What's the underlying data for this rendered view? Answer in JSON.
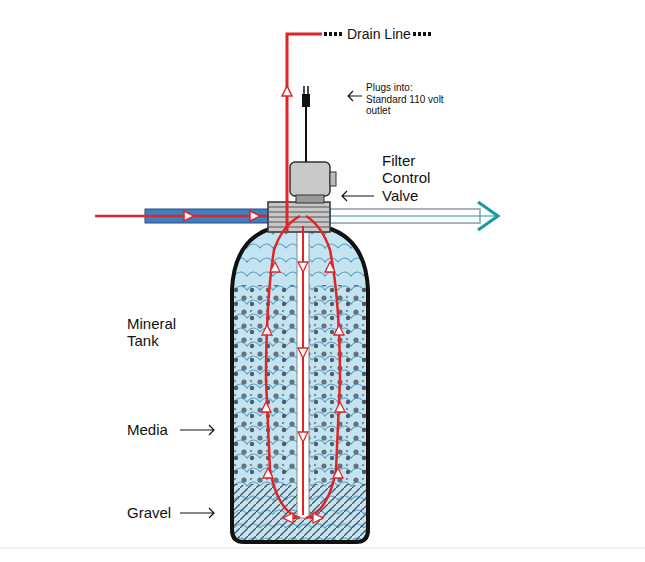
{
  "diagram": {
    "labels": [
      "Drain Line",
      "Plugs into: Standard 110 volt outlet",
      "Filter Control Valve",
      "Mineral Tank",
      "Media",
      "Gravel"
    ]
  }
}
